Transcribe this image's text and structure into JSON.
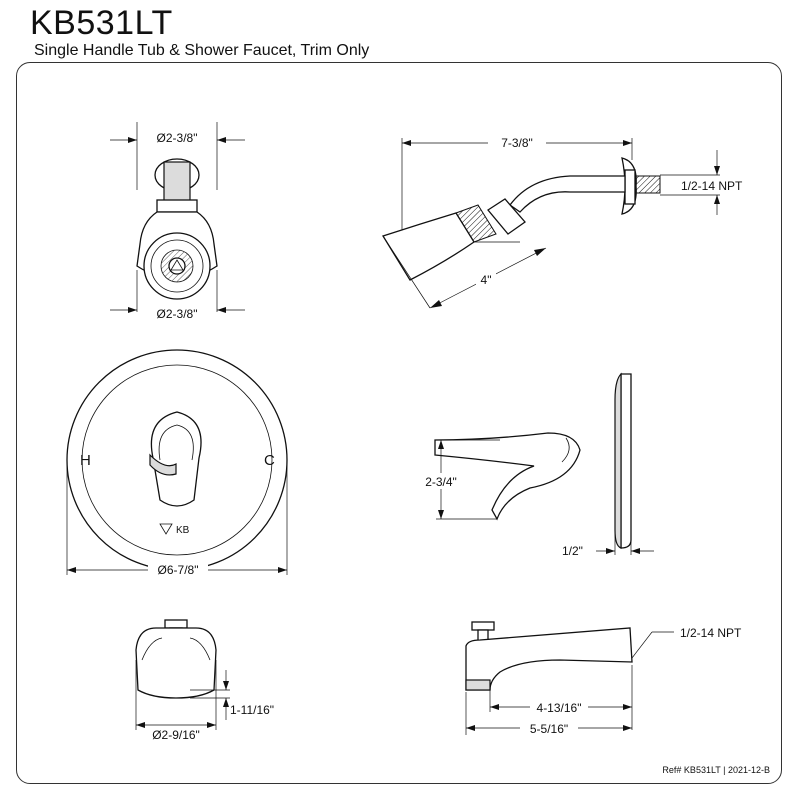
{
  "header": {
    "model": "KB531LT",
    "description": "Single Handle Tub & Shower Faucet, Trim Only"
  },
  "dimensions": {
    "showerhead_front_top": "Ø2-3/8\"",
    "showerhead_front_bottom": "Ø2-3/8\"",
    "showerhead_side_length": "7-3/8\"",
    "showerhead_connection": "1/2-14 NPT",
    "showerhead_face": "4\"",
    "escutcheon_diameter": "Ø6-7/8\"",
    "escutcheon_hot": "H",
    "escutcheon_cold": "C",
    "escutcheon_brand": "KB",
    "handle_height": "2-3/4\"",
    "plate_depth": "1/2\"",
    "spout_front_height": "1-11/16\"",
    "spout_front_width": "Ø2-9/16\"",
    "spout_connection": "1/2-14 NPT",
    "spout_reach": "4-13/16\"",
    "spout_length": "5-5/16\""
  },
  "footer": {
    "reference": "Ref# KB531LT | 2021-12-B"
  }
}
